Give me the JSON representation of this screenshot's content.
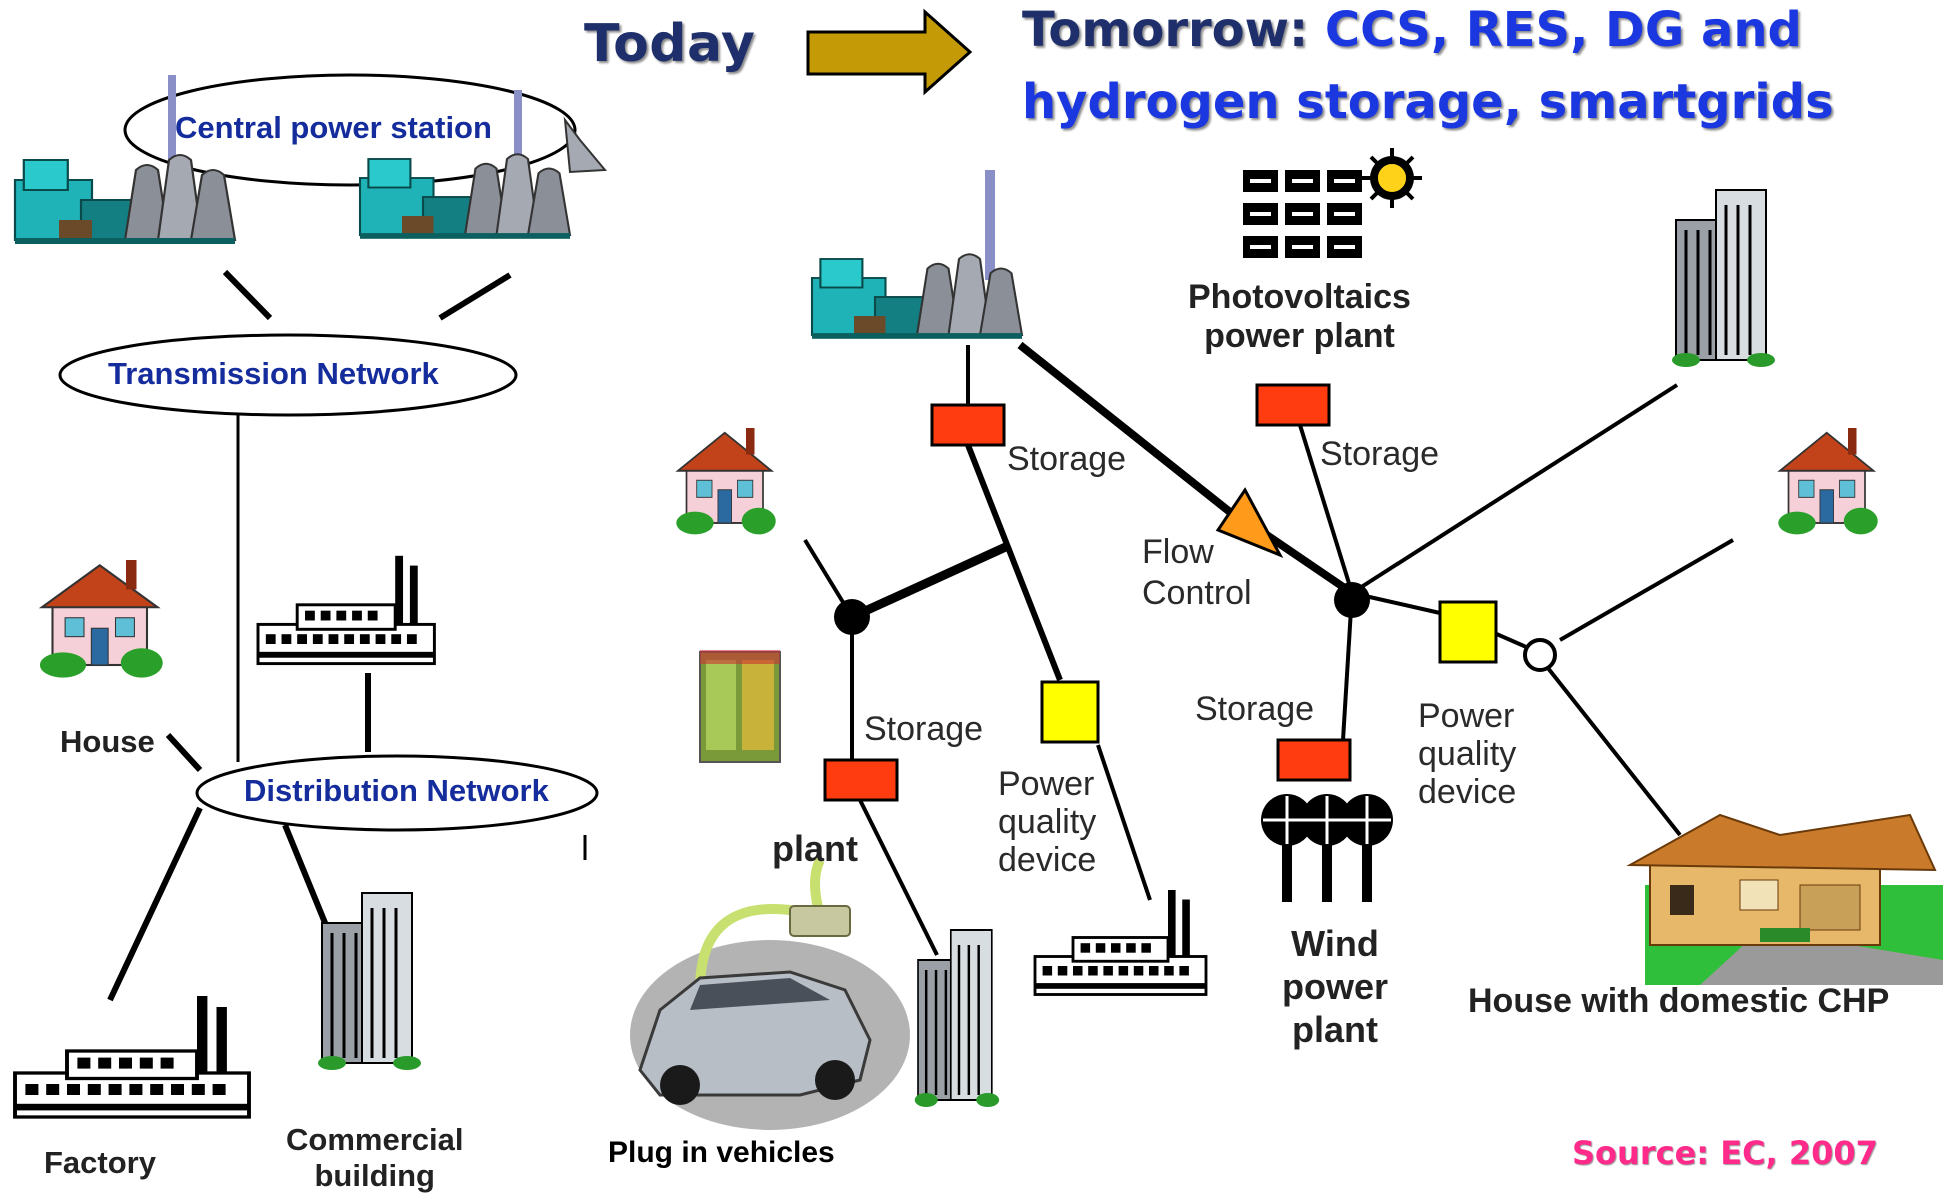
{
  "titles": {
    "today": "Today",
    "tomorrow_lead": "Tomorrow:",
    "tomorrow_rest": " CCS, RES, DG and hydrogen storage, smartgrids"
  },
  "today_network": {
    "central_power_station": "Central power station",
    "transmission_network": "Transmission Network",
    "distribution_network": "Distribution Network",
    "house": "House",
    "factory": "Factory",
    "commercial_building_1": "Commercial",
    "commercial_building_2": "building"
  },
  "tomorrow_network": {
    "photovoltaics_1": "Photovoltaics",
    "photovoltaics_2": "power plant",
    "storage_top_left": "Storage",
    "storage_top_right": "Storage",
    "storage_mid_left": "Storage",
    "storage_mid_right": "Storage",
    "flow_control_1": "Flow",
    "flow_control_2": "Control",
    "plant": "plant",
    "pq_left_1": "Power",
    "pq_left_2": "quality",
    "pq_left_3": "device",
    "pq_right_1": "Power",
    "pq_right_2": "quality",
    "pq_right_3": "device",
    "wind_1": "Wind",
    "wind_2": "power",
    "wind_3": "plant",
    "house_chp": "House with domestic CHP",
    "plug_in": "Plug in vehicles"
  },
  "source": "Source: EC, 2007",
  "colors": {
    "storage": "#ff3b10",
    "power_quality": "#ffff00",
    "flow_control": "#ff9a1a",
    "arrow": "#c49a06",
    "oval_text": "#142c9c",
    "title_blue": "#1a37e0",
    "source_pink": "#ff2a8a"
  }
}
